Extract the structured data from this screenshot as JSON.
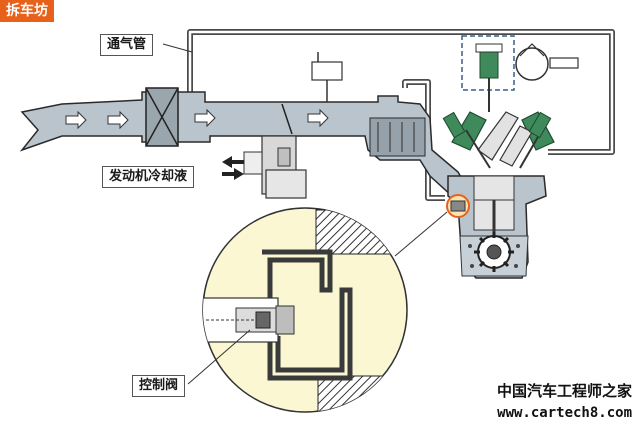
{
  "brand": {
    "logo_text": "拆车坊"
  },
  "labels": {
    "breather_pipe": "通气管",
    "engine_coolant": "发动机冷却液",
    "control_valve": "控制阀"
  },
  "watermark": {
    "line1": "中国汽车工程师之家",
    "line2": "www.cartech8.com"
  },
  "colors": {
    "duct_fill": "#b9c4cc",
    "duct_stroke": "#2a2a2a",
    "pipe": "#4a4a4a",
    "cylinder_head": "#3f8a5a",
    "zoom_fill": "#fbf7d2",
    "brand_orange": "#e8611a",
    "highlight_circle": "#e8611a"
  },
  "icons": {
    "flow_arrow": "arrow-right-icon",
    "spark_plug": "spark-plug-icon",
    "gear": "gear-icon"
  }
}
